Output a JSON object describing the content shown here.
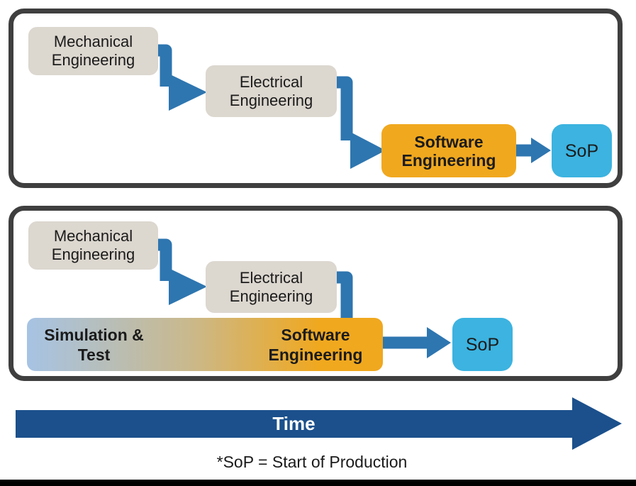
{
  "diagram": {
    "panel_top": {
      "boxes": {
        "mechanical": "Mechanical Engineering",
        "electrical": "Electrical Engineering",
        "software": "Software Engineering",
        "sop": "SoP"
      }
    },
    "panel_bottom": {
      "boxes": {
        "mechanical": "Mechanical Engineering",
        "electrical": "Electrical Engineering",
        "simulation_test": "Simulation & Test",
        "software": "Software Engineering",
        "sop": "SoP"
      }
    },
    "time_arrow_label": "Time",
    "footnote": "*SoP = Start of Production"
  },
  "colors": {
    "panel_border": "#3f3f3f",
    "box_gray": "#dcd7cf",
    "box_orange": "#f0a81f",
    "box_cyan": "#3cb3e0",
    "arrow_blue": "#2e76b0",
    "time_blue": "#1b508c",
    "grad_left": "#a6c3e4",
    "grad_mid": "#c9b98e",
    "grad_right": "#f0a81f",
    "text_dark": "#1b1b1b",
    "text_light": "#ffffff"
  }
}
